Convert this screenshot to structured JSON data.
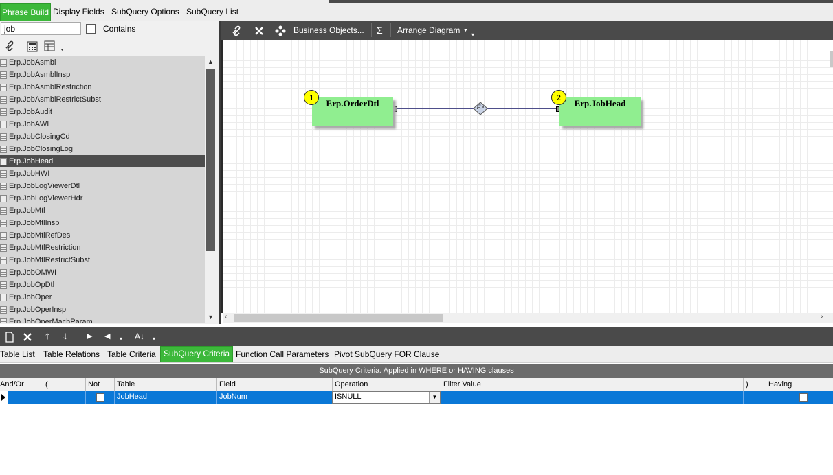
{
  "top_tabs": [
    {
      "label": "Phrase Build",
      "active": true
    },
    {
      "label": "Display Fields",
      "active": false
    },
    {
      "label": "SubQuery Options",
      "active": false
    },
    {
      "label": "SubQuery List",
      "active": false
    }
  ],
  "search": {
    "value": "job",
    "contains_label": "Contains",
    "contains_checked": false
  },
  "table_list": [
    "Erp.JobAsmbl",
    "Erp.JobAsmblInsp",
    "Erp.JobAsmblRestriction",
    "Erp.JobAsmblRestrictSubst",
    "Erp.JobAudit",
    "Erp.JobAWI",
    "Erp.JobClosingCd",
    "Erp.JobClosingLog",
    "Erp.JobHead",
    "Erp.JobHWI",
    "Erp.JobLogViewerDtl",
    "Erp.JobLogViewerHdr",
    "Erp.JobMtl",
    "Erp.JobMtlInsp",
    "Erp.JobMtlRefDes",
    "Erp.JobMtlRestriction",
    "Erp.JobMtlRestrictSubst",
    "Erp.JobOMWI",
    "Erp.JobOpDtl",
    "Erp.JobOper",
    "Erp.JobOperInsp",
    "Erp.JobOperMachParam"
  ],
  "selected_table": "Erp.JobHead",
  "diagram_toolbar": {
    "business_objects": "Business Objects...",
    "sigma": "Σ",
    "arrange": "Arrange Diagram"
  },
  "diagram": {
    "nodes": [
      {
        "num": "1",
        "label": "Erp.OrderDtl"
      },
      {
        "num": "2",
        "label": "Erp.JobHead"
      }
    ],
    "relation_label": "F>"
  },
  "bottom_tabs": [
    {
      "label": "Table List",
      "active": false
    },
    {
      "label": "Table Relations",
      "active": false
    },
    {
      "label": "Table Criteria",
      "active": false
    },
    {
      "label": "SubQuery Criteria",
      "active": true
    },
    {
      "label": "Function Call Parameters",
      "active": false
    },
    {
      "label": "Pivot SubQuery FOR Clause",
      "active": false
    }
  ],
  "grid": {
    "caption": "SubQuery Criteria. Applied in WHERE or HAVING clauses",
    "columns": [
      "And/Or",
      "(",
      "Not",
      "Table",
      "Field",
      "Operation",
      "Filter Value",
      ")",
      "Having"
    ],
    "rows": [
      {
        "and_or": "",
        "open_paren": "",
        "not": false,
        "table": "JobHead",
        "field": "JobNum",
        "operation": "ISNULL",
        "filter_value": "",
        "close_paren": "",
        "having": false
      }
    ]
  },
  "colors": {
    "accent_green": "#3cb83a",
    "node_green": "#90ee90",
    "selection_blue": "#0a78d7",
    "dark_toolbar": "#4a4a4a"
  }
}
